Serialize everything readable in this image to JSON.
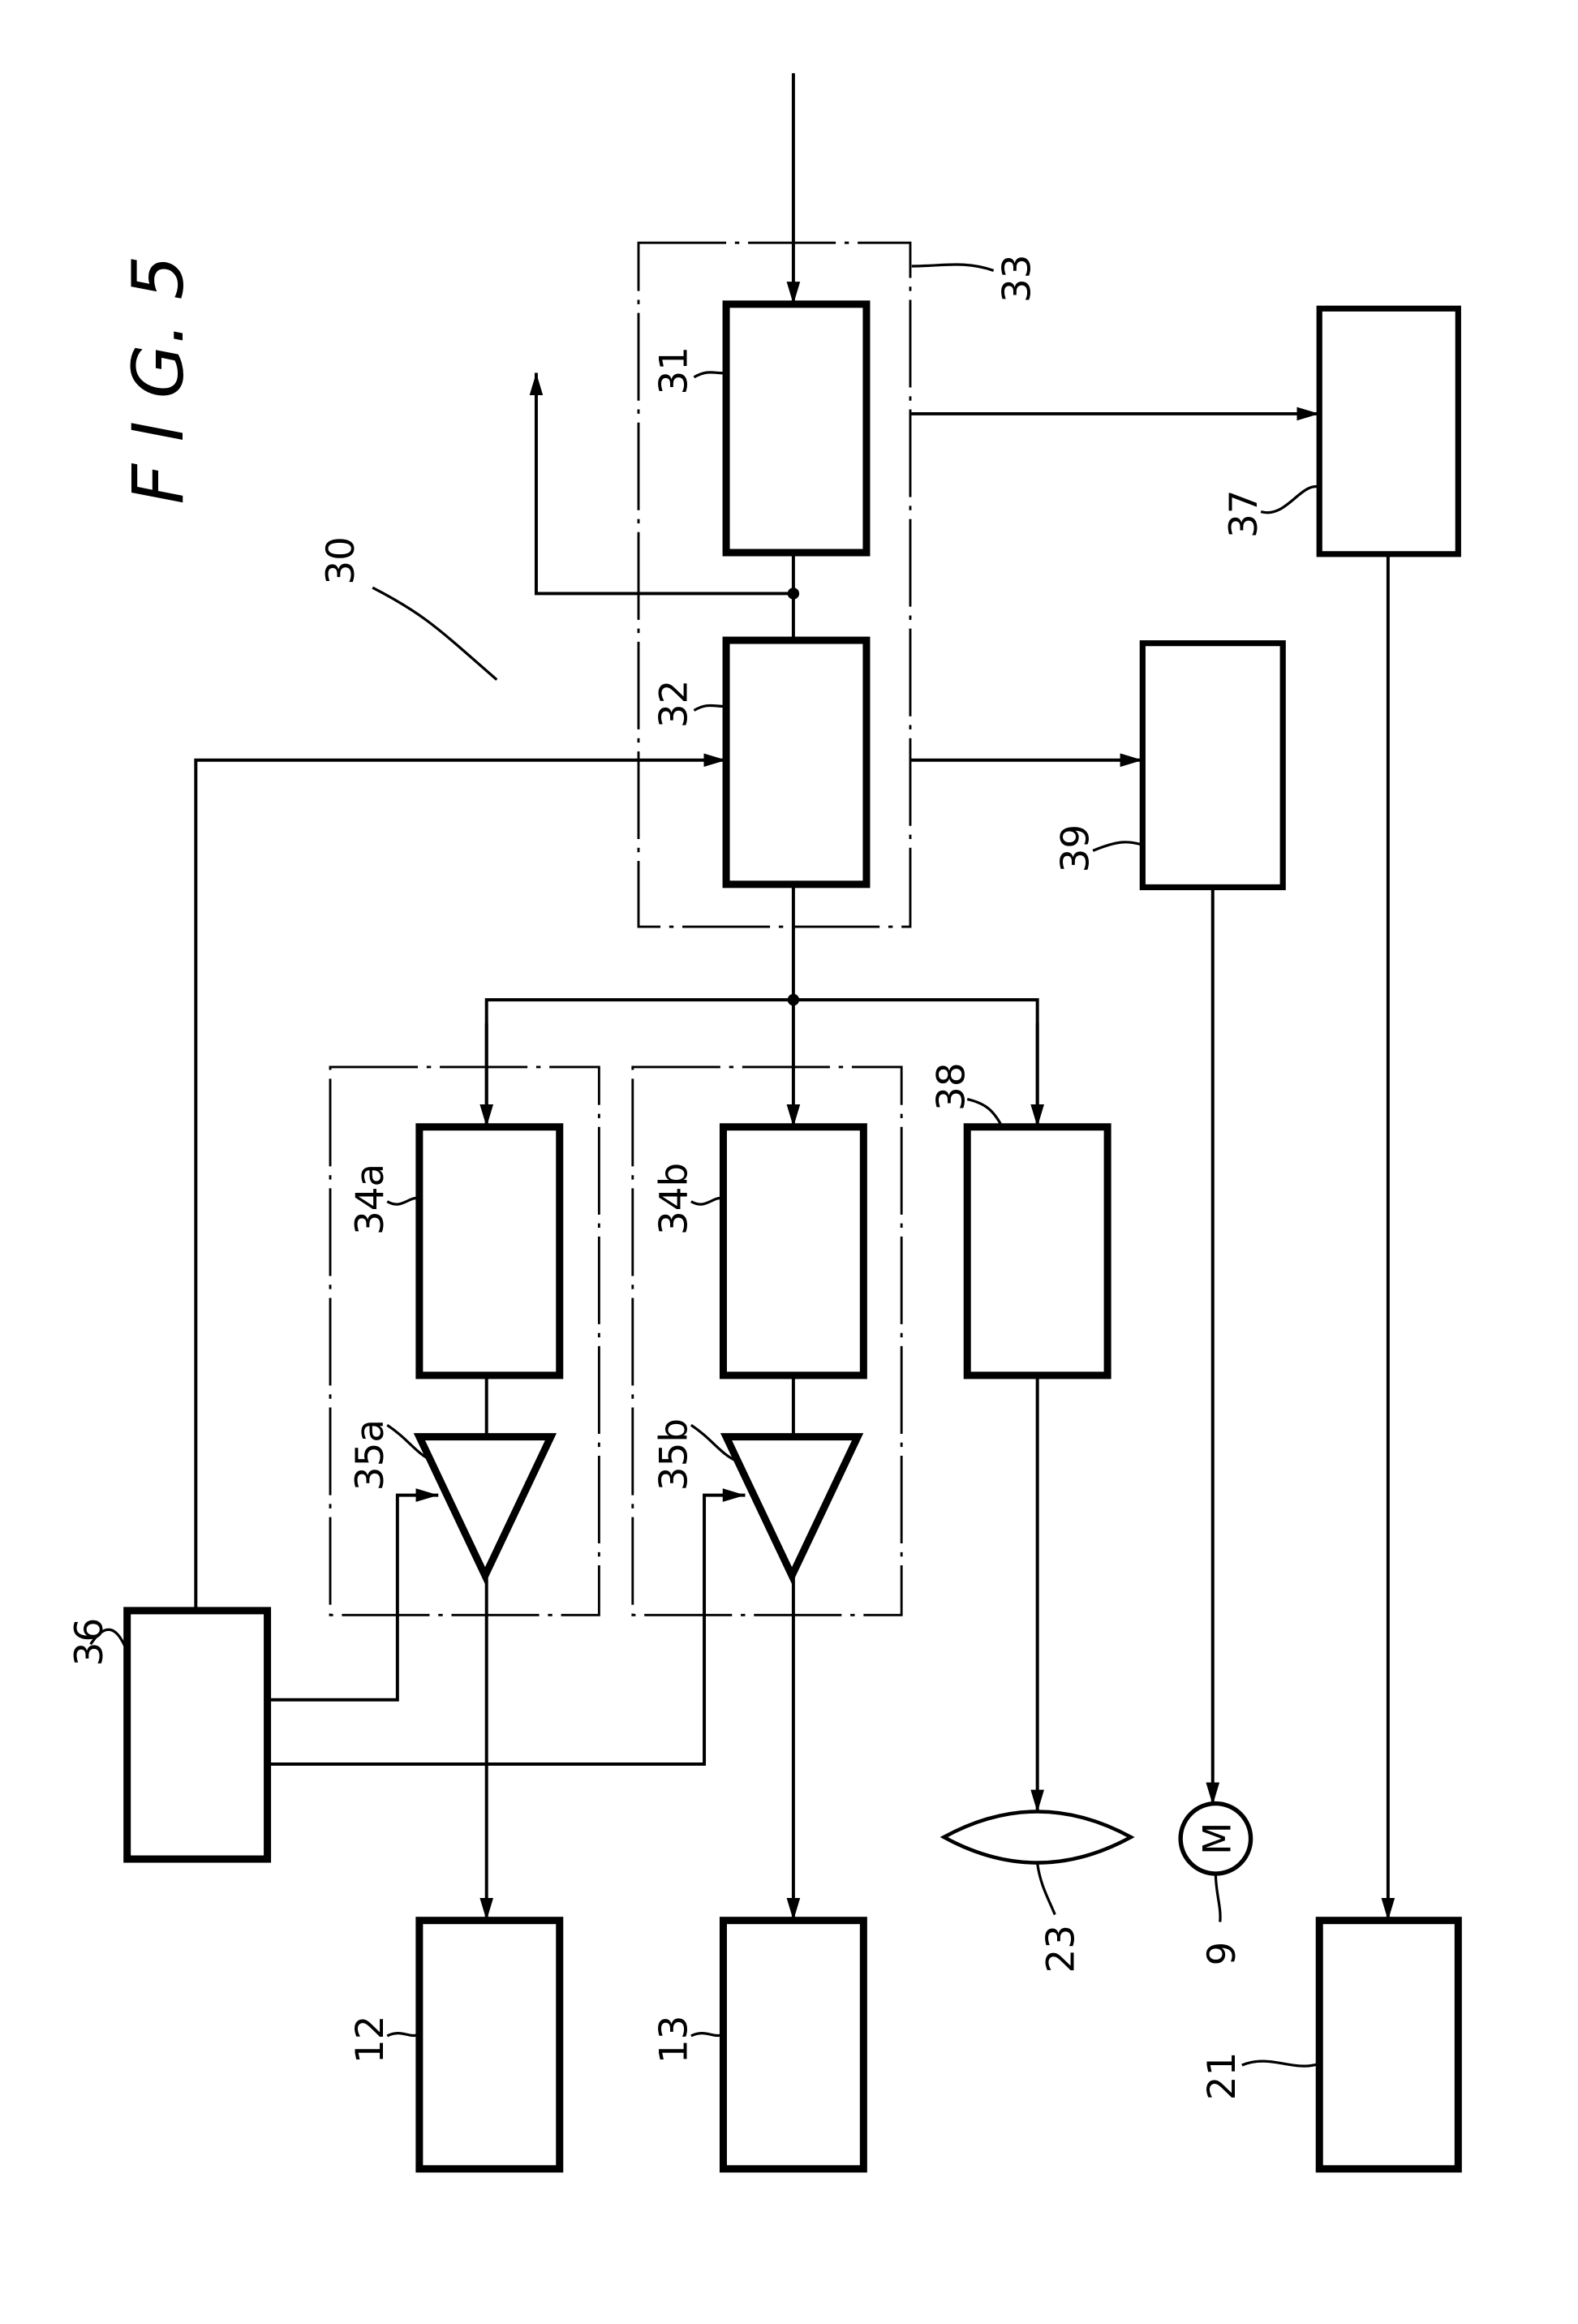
{
  "figure": {
    "title": "F I G. 5",
    "system_label": "30",
    "group_labels": {
      "main": "33",
      "a": "",
      "b": ""
    },
    "blocks": [
      {
        "id": "31",
        "label": "31"
      },
      {
        "id": "32",
        "label": "32"
      },
      {
        "id": "34a",
        "label": "34a"
      },
      {
        "id": "34b",
        "label": "34b"
      },
      {
        "id": "35a",
        "label": "35a",
        "kind": "amplifier"
      },
      {
        "id": "35b",
        "label": "35b",
        "kind": "amplifier"
      },
      {
        "id": "36",
        "label": "36"
      },
      {
        "id": "37",
        "label": "37"
      },
      {
        "id": "38",
        "label": "38"
      },
      {
        "id": "39",
        "label": "39"
      },
      {
        "id": "12",
        "label": "12"
      },
      {
        "id": "13",
        "label": "13"
      },
      {
        "id": "21",
        "label": "21"
      },
      {
        "id": "23",
        "label": "23",
        "kind": "lens"
      },
      {
        "id": "9",
        "label": "9",
        "kind": "motor"
      }
    ],
    "motor_symbol": "M",
    "connections": [
      [
        "input",
        "31"
      ],
      [
        "31",
        "32"
      ],
      [
        "31",
        "output-branch"
      ],
      [
        "33",
        "37"
      ],
      [
        "33",
        "39"
      ],
      [
        "36",
        "32"
      ],
      [
        "32",
        "34a"
      ],
      [
        "32",
        "34b"
      ],
      [
        "32",
        "38"
      ],
      [
        "34a",
        "35a"
      ],
      [
        "34b",
        "35b"
      ],
      [
        "36",
        "35a"
      ],
      [
        "36",
        "35b"
      ],
      [
        "35a",
        "12"
      ],
      [
        "35b",
        "13"
      ],
      [
        "38",
        "23"
      ],
      [
        "39",
        "9"
      ],
      [
        "37",
        "21"
      ]
    ]
  }
}
